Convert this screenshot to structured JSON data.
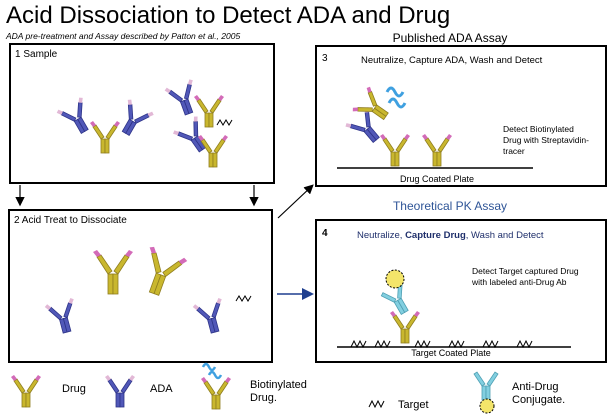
{
  "title": "Acid Dissociation to Detect ADA and Drug",
  "subtitle": "ADA pre-treatment and Assay described by Patton et al., 2005",
  "published_header": "Published ADA Assay",
  "theoretical_header": "Theoretical PK Assay",
  "panel1": {
    "label": "1 Sample"
  },
  "panel2": {
    "label": "2 Acid Treat to Dissociate"
  },
  "panel3": {
    "number": "3",
    "title": "Neutralize, Capture ADA, Wash and Detect",
    "note": "Detect Biotinylated Drug with Streptavidin-tracer",
    "plate": "Drug Coated Plate"
  },
  "panel4": {
    "number": "4",
    "title_pre": "Neutralize, ",
    "title_bold": "Capture Drug",
    "title_post": ", Wash and Detect",
    "note": "Detect Target captured Drug with labeled anti-Drug Ab",
    "plate": "Target Coated Plate"
  },
  "legend": {
    "drug": "Drug",
    "ada": "ADA",
    "biotin": "Biotinylated Drug.",
    "target": "Target",
    "antidrug": "Anti-Drug Conjugate."
  },
  "colors": {
    "drug_gold": "#c9b72e",
    "drug_olive": "#8f7d1f",
    "ada_blue": "#5158b8",
    "ada_navy": "#2e3488",
    "tip_pink": "#d36bb8",
    "tip_light": "#e2b8d6",
    "biotin_blue": "#3fa0e0",
    "antidrug_cyan": "#82cfe0",
    "conjugate_yellow": "#f3e56a",
    "accent_blue": "#2f5597"
  }
}
